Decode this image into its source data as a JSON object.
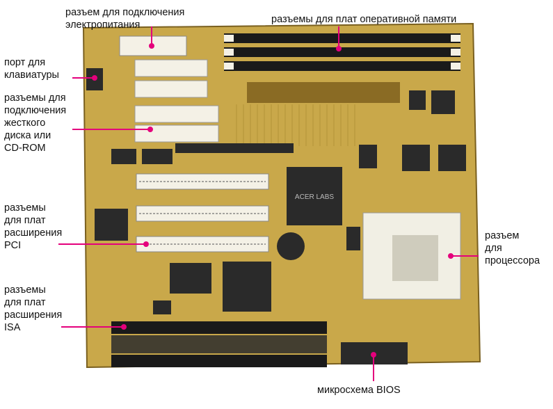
{
  "colors": {
    "pcb": "#c9a84a",
    "pcb_dark": "#a8862c",
    "slot": "#1a1a1a",
    "slot_white": "#f4f1e6",
    "chip": "#2a2a2a",
    "pointer": "#e4007c"
  },
  "labels": {
    "power": [
      "разъем для подключения",
      "электропитания"
    ],
    "ram": [
      "разъемы для плат оперативной памяти"
    ],
    "keyboard": [
      "порт для",
      "клавиатуры"
    ],
    "drives": [
      "разъемы для",
      "подключения",
      "жесткого",
      "диска или",
      "CD-ROM"
    ],
    "pci": [
      "разъемы",
      "для плат",
      "расширения",
      "PCI"
    ],
    "isa": [
      "разъемы",
      "для плат",
      "расширения",
      "ISA"
    ],
    "cpu": [
      "разъем",
      "для",
      "процессора"
    ],
    "bios": [
      "микросхема BIOS"
    ]
  },
  "board": {
    "chip_text": "ACER LABS"
  }
}
